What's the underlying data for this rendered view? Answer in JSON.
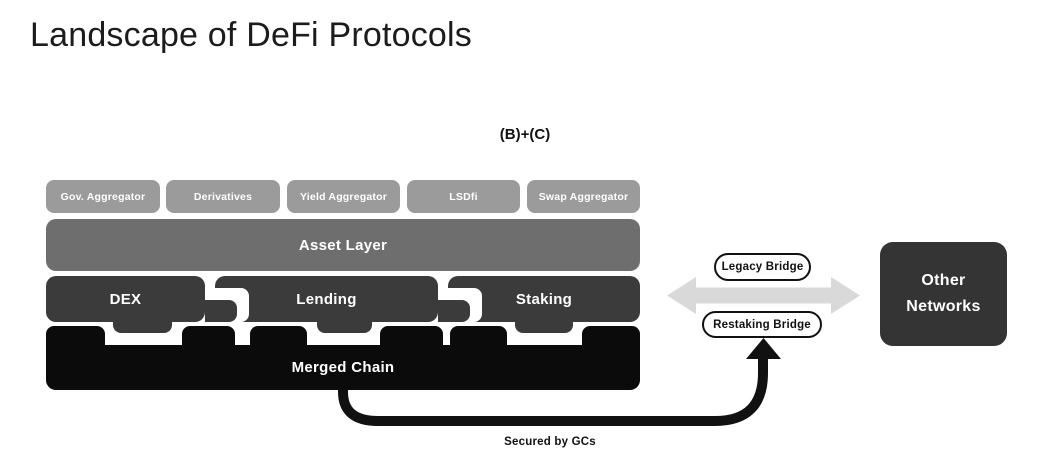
{
  "title": "Landscape of DeFi Protocols",
  "annotation": "(B)+(C)",
  "stack": {
    "protocol_boxes": [
      "Gov. Aggregator",
      "Derivatives",
      "Yield Aggregator",
      "LSDfi",
      "Swap Aggregator"
    ],
    "asset_layer": "Asset Layer",
    "modules": [
      "DEX",
      "Lending",
      "Staking"
    ],
    "base_chain": "Merged Chain"
  },
  "bridges": {
    "legacy_label": "Legacy Bridge",
    "restaking_label": "Restaking Bridge"
  },
  "right": {
    "other_networks": "Other Networks"
  },
  "footnote": "Secured by GCs",
  "colors": {
    "protocol_box": "#9b9b9b",
    "asset_layer": "#6e6e6e",
    "module": "#3b3b3b",
    "base_chain": "#0b0b0b",
    "other_networks": "#343434",
    "bridge_arrow": "#d9d9d9",
    "restaking_arrow": "#111111",
    "pill_border": "#111111",
    "label_text": "#ffffff"
  }
}
